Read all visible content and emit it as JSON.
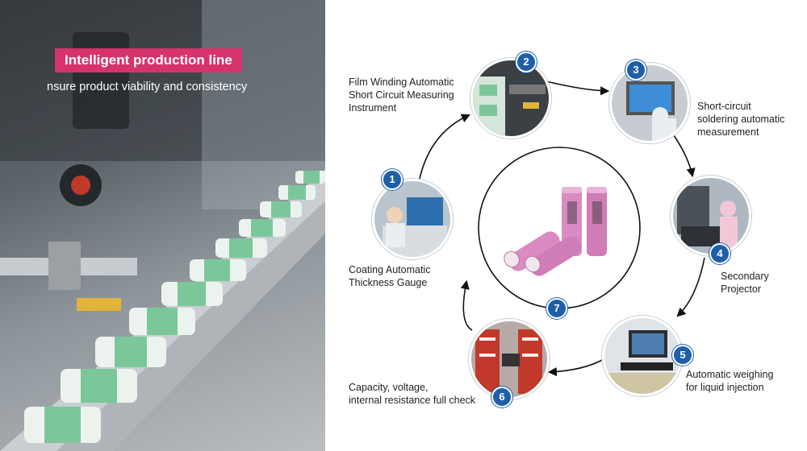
{
  "banner": {
    "title": "Intelligent production line",
    "subtitle": "nsure product viability and consistency"
  },
  "colors": {
    "accent": "#d6336c",
    "step_badge": "#1f5fa8",
    "battery": "#d98bc2"
  },
  "steps": [
    {
      "number": "1",
      "lines": [
        "Coating Automatic",
        "Thickness Gauge"
      ]
    },
    {
      "number": "2",
      "lines": [
        "Film Winding Automatic",
        "Short Circuit Measuring",
        "Instrument"
      ]
    },
    {
      "number": "3",
      "lines": [
        "Short-circuit",
        "soldering automatic",
        "measurement"
      ]
    },
    {
      "number": "4",
      "lines": [
        "Secondary",
        "Projector"
      ]
    },
    {
      "number": "5",
      "lines": [
        "Automatic weighing",
        "for liquid injection"
      ]
    },
    {
      "number": "6",
      "lines": [
        "Capacity, voltage,",
        "internal resistance full check"
      ]
    },
    {
      "number": "7",
      "lines": []
    }
  ]
}
